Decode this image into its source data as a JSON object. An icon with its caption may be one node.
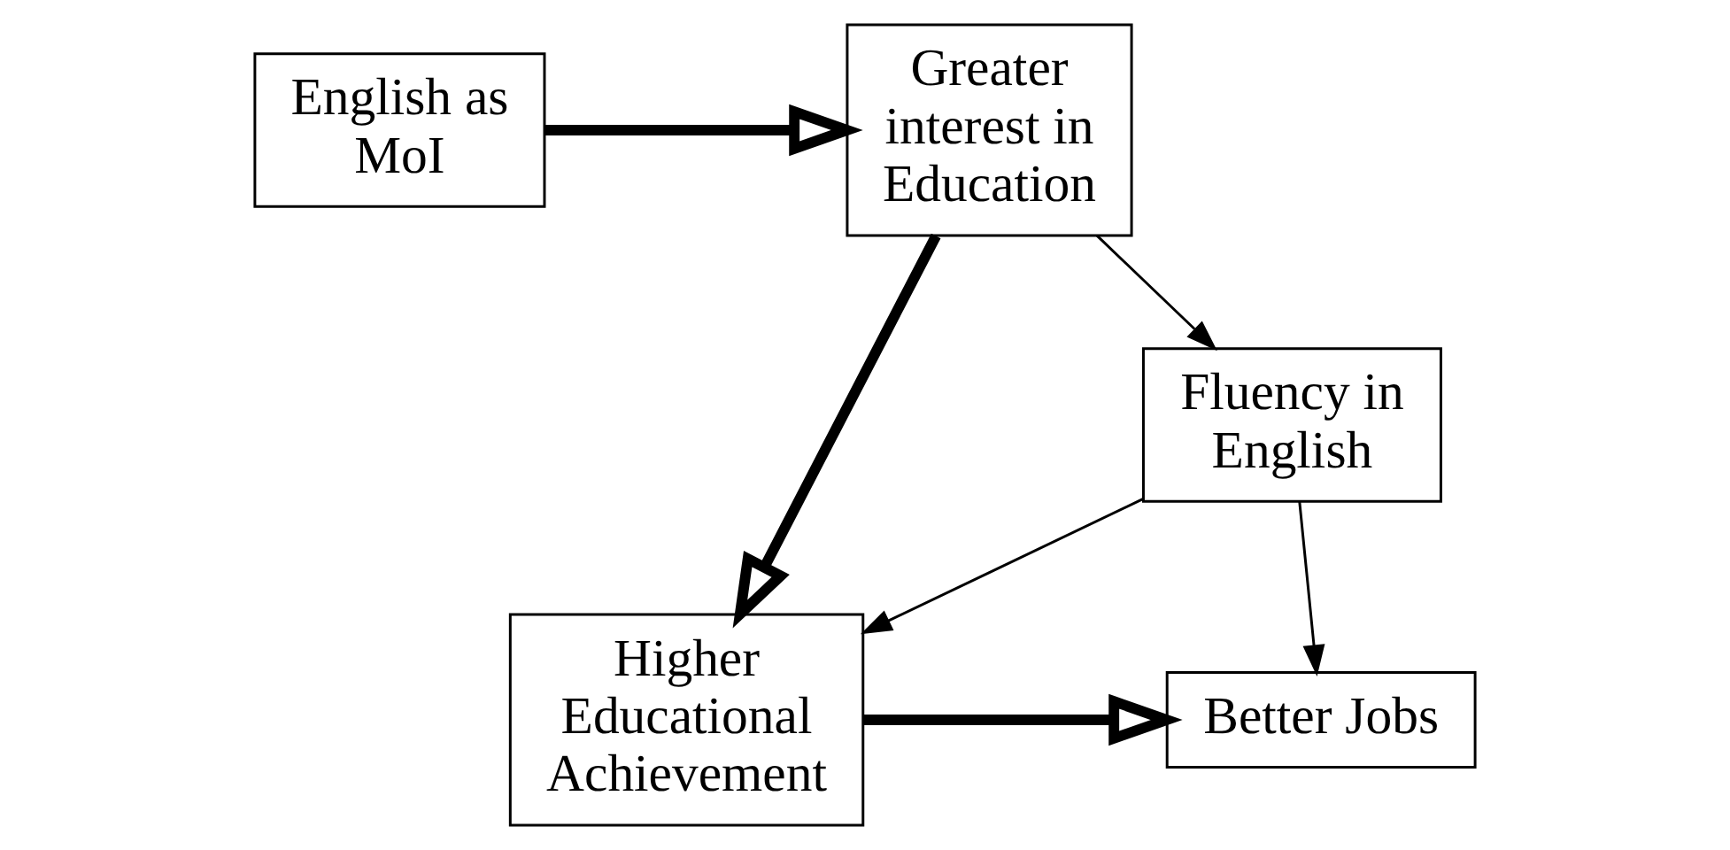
{
  "diagram": {
    "nodes": [
      {
        "text": [
          "English as MoI"
        ]
      },
      {
        "text": [
          "Greater interest in Education"
        ]
      },
      {
        "text": [
          "Fluency in English"
        ]
      },
      {
        "text": [
          "Better Jobs"
        ]
      },
      {
        "text": [
          "Higher Educational Achievement"
        ]
      }
    ],
    "edges": [
      {
        "from": 0,
        "to": 1,
        "arrow": "to",
        "style": "thick"
      },
      {
        "from": 1,
        "to": 2,
        "arrow": "to"
      },
      {
        "from": 1,
        "to": 4,
        "arrow": "to",
        "style": "thick"
      },
      {
        "from": 2,
        "to": 3,
        "arrow": "to"
      },
      {
        "from": 2,
        "to": 4,
        "arrow": "to"
      },
      {
        "from": 4,
        "to": 3,
        "arrow": "to",
        "style": "thick"
      }
    ]
  }
}
